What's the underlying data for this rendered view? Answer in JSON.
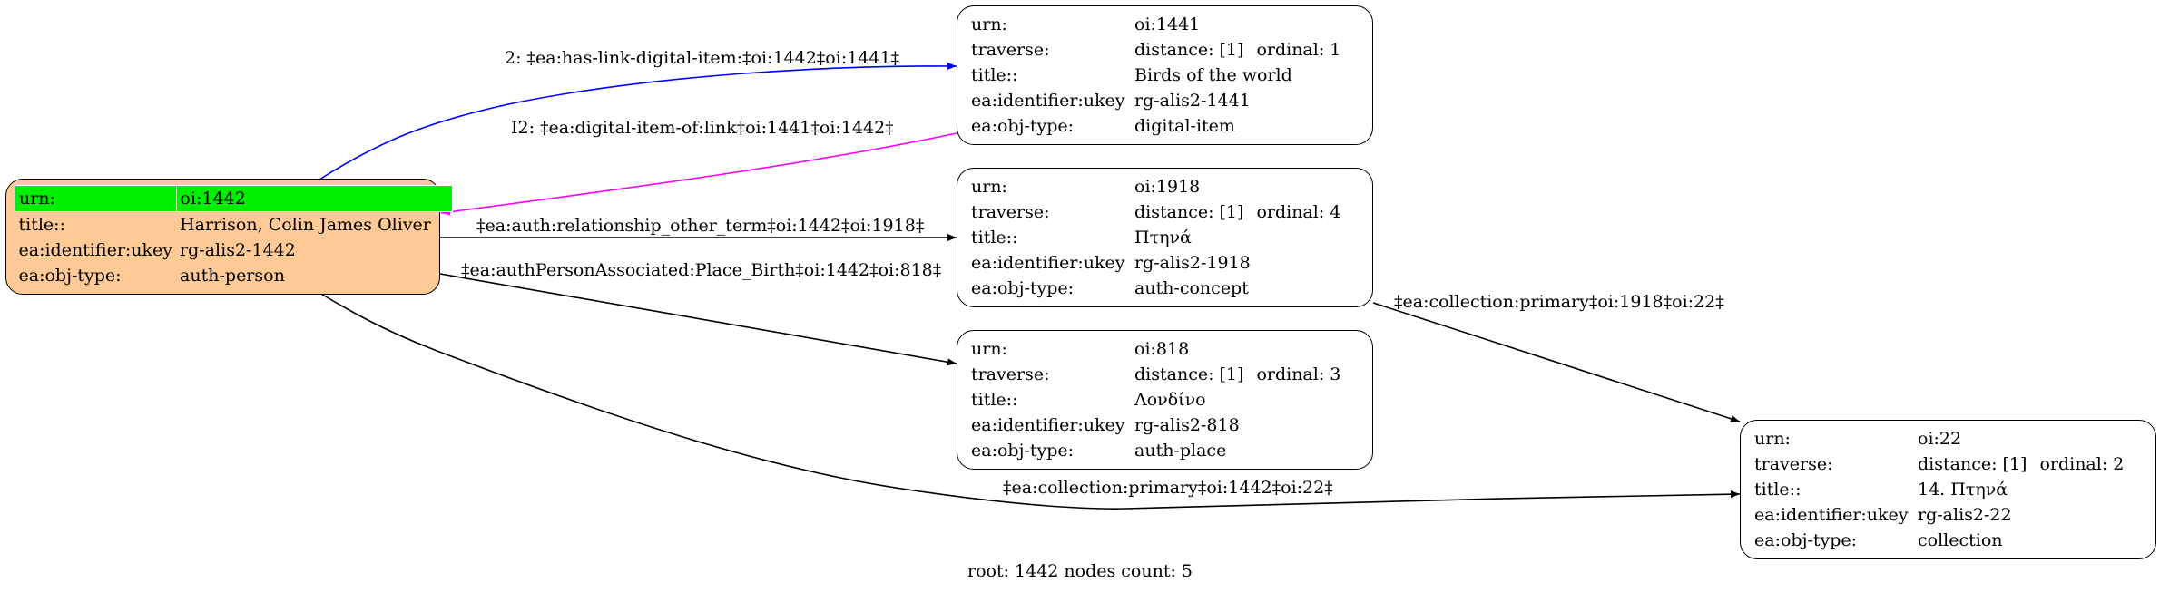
{
  "nodes": {
    "n1442": {
      "urn_label": "urn:",
      "urn": "oi:1442",
      "title_label": "title::",
      "title": "Harrison, Colin James Oliver",
      "ukey_label": "ea:identifier:ukey",
      "ukey": "rg-alis2-1442",
      "type_label": "ea:obj-type:",
      "type": "auth-person"
    },
    "n1441": {
      "urn_label": "urn:",
      "urn": "oi:1441",
      "traverse_label": "traverse:",
      "distance": "distance: [1]",
      "ordinal": "ordinal: 1",
      "title_label": "title::",
      "title": "Birds of the world",
      "ukey_label": "ea:identifier:ukey",
      "ukey": "rg-alis2-1441",
      "type_label": "ea:obj-type:",
      "type": "digital-item"
    },
    "n1918": {
      "urn_label": "urn:",
      "urn": "oi:1918",
      "traverse_label": "traverse:",
      "distance": "distance: [1]",
      "ordinal": "ordinal: 4",
      "title_label": "title::",
      "title": "Πτηνά",
      "ukey_label": "ea:identifier:ukey",
      "ukey": "rg-alis2-1918",
      "type_label": "ea:obj-type:",
      "type": "auth-concept"
    },
    "n818": {
      "urn_label": "urn:",
      "urn": "oi:818",
      "traverse_label": "traverse:",
      "distance": "distance: [1]",
      "ordinal": "ordinal: 3",
      "title_label": "title::",
      "title": "Λονδίνο",
      "ukey_label": "ea:identifier:ukey",
      "ukey": "rg-alis2-818",
      "type_label": "ea:obj-type:",
      "type": "auth-place"
    },
    "n22": {
      "urn_label": "urn:",
      "urn": "oi:22",
      "traverse_label": "traverse:",
      "distance": "distance: [1]",
      "ordinal": "ordinal: 2",
      "title_label": "title::",
      "title": "14. Πτηνά",
      "ukey_label": "ea:identifier:ukey",
      "ukey": "rg-alis2-22",
      "type_label": "ea:obj-type:",
      "type": "collection"
    }
  },
  "edges": {
    "e1": "2: ‡ea:has-link-digital-item:‡oi:1442‡oi:1441‡",
    "e2": "I2: ‡ea:digital-item-of:link‡oi:1441‡oi:1442‡",
    "e3": "‡ea:auth:relationship_other_term‡oi:1442‡oi:1918‡",
    "e4": "‡ea:authPersonAssociated:Place_Birth‡oi:1442‡oi:818‡",
    "e5": "‡ea:collection:primary‡oi:1918‡oi:22‡",
    "e6": "‡ea:collection:primary‡oi:1442‡oi:22‡"
  },
  "colors": {
    "root_fill": "#ffca96",
    "highlight": "#00ee00",
    "edge_blue": "#0000ff",
    "edge_magenta": "#ff00ff",
    "edge_black": "#000000"
  },
  "footer": "root: 1442 nodes count: 5"
}
